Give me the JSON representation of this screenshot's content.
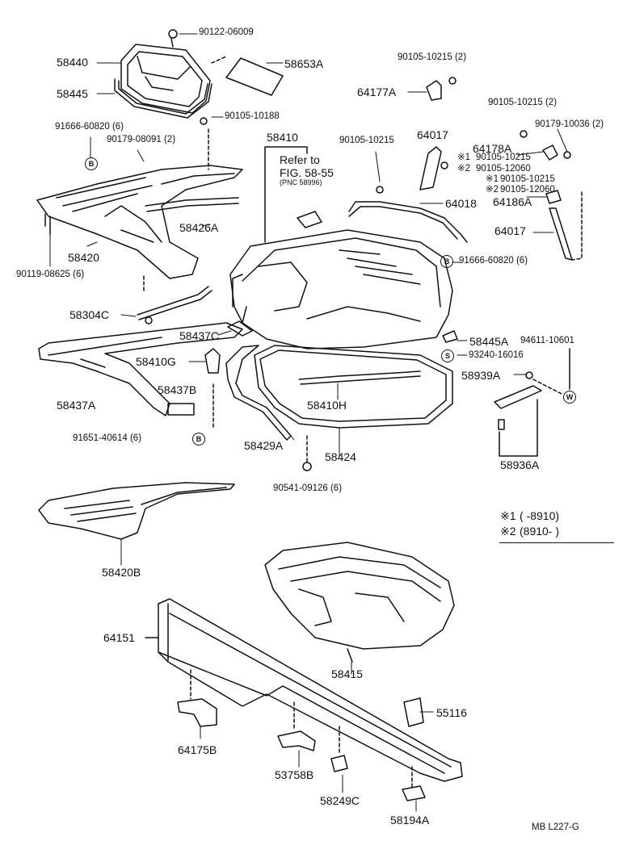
{
  "parts": {
    "p_90122_06009": "90122-06009",
    "p_58440": "58440",
    "p_58653A": "58653A",
    "p_58445": "58445",
    "p_90105_10215_2a": "90105-10215 (2)",
    "p_64177A": "64177A",
    "p_90105_10215_2b": "90105-10215 (2)",
    "p_90105_10188": "90105-10188",
    "p_90179_10036_2": "90179-10036 (2)",
    "p_91666_60820_6a": "91666-60820 (6)",
    "p_64017a": "64017",
    "p_58410": "58410",
    "p_90105_10215": "90105-10215",
    "p_64178A": "64178A",
    "p_90179_08091_2": "90179-08091 (2)",
    "p_s1_90105_10215": "90105-10215",
    "p_s2_90105_12060": "90105-12060",
    "p_s1b_90105_10215": "90105-10215",
    "p_s2b_90105_12060": "90105-12060",
    "p_64018": "64018",
    "p_64186A": "64186A",
    "p_58426A": "58426A",
    "p_64017b": "64017",
    "p_58420": "58420",
    "p_91666_60820_6b": "91666-60820 (6)",
    "p_90119_08625_6": "90119-08625 (6)",
    "p_58304C": "58304C",
    "p_58437C": "58437C",
    "p_58445A": "58445A",
    "p_94611_10601": "94611-10601",
    "p_93240_16016": "93240-16016",
    "p_58410G": "58410G",
    "p_58939A": "58939A",
    "p_58437B": "58437B",
    "p_58437A": "58437A",
    "p_58410H": "58410H",
    "p_91651_40614_6": "91651-40614 (6)",
    "p_58429A": "58429A",
    "p_58424": "58424",
    "p_58936A": "58936A",
    "p_90541_09126_6": "90541-09126 (6)",
    "p_58420B": "58420B",
    "p_64151": "64151",
    "p_58415": "58415",
    "p_55116": "55116",
    "p_64175B": "64175B",
    "p_53758B": "53758B",
    "p_58249C": "58249C",
    "p_58194A": "58194A"
  },
  "refer": {
    "line1": "Refer to",
    "line2": "FIG. 58-55",
    "line3": "(PNC 58996)"
  },
  "marks": {
    "s1": "※1",
    "s2": "※2",
    "b": "B",
    "s": "S",
    "w": "W"
  },
  "legend": {
    "row1_mark": "※1",
    "row1_text": "(        -8910)",
    "row2_mark": "※2",
    "row2_text": "(8910-        )"
  },
  "footer": {
    "code": "MB  L227-G"
  }
}
